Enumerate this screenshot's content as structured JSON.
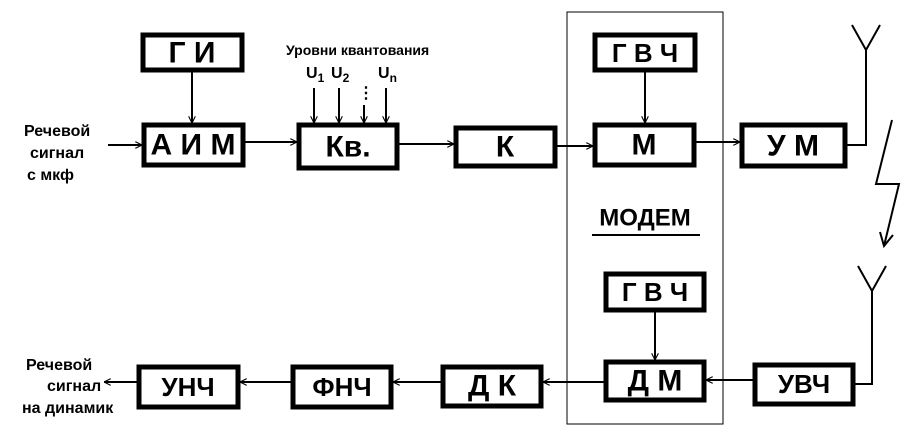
{
  "transmitter": {
    "gi": "Г И",
    "aim": "А И М",
    "kv": "Кв.",
    "k": "К",
    "gvch": "Г В Ч",
    "m": "М",
    "um": "У М",
    "input_line1": "Речевой",
    "input_line2": "сигнал",
    "input_line3": "с мкф",
    "levels_title": "Уровни квантования",
    "level1": "U",
    "level1_sub": "1",
    "level2": "U",
    "level2_sub": "2",
    "leveln": "U",
    "leveln_sub": "n",
    "levels_dots": "⋮"
  },
  "modem_label": "МОДЕМ",
  "receiver": {
    "gvch": "Г В Ч",
    "dm": "Д М",
    "uvch": "УВЧ",
    "dk": "Д К",
    "fnch": "ФНЧ",
    "unch": "УНЧ",
    "output_line1": "Речевой",
    "output_line2": "сигнал",
    "output_line3": "на динамик"
  }
}
